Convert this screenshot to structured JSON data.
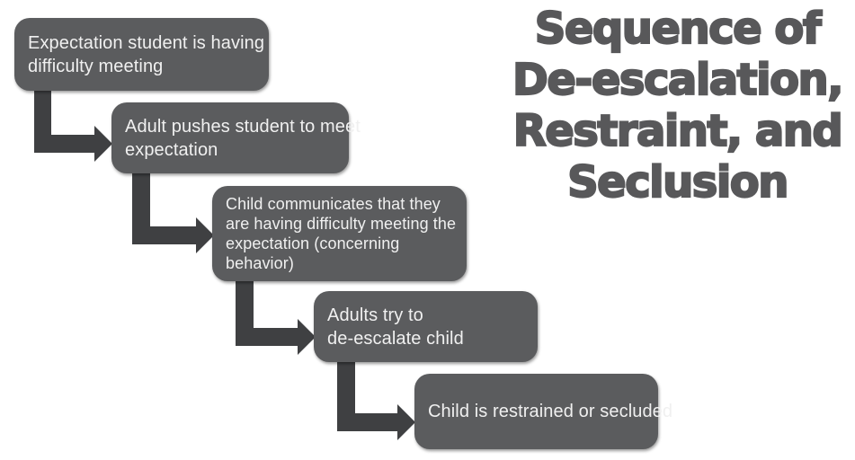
{
  "colors": {
    "background": "#ffffff",
    "box_fill": "#5b5c5e",
    "box_text": "#f0f0f0",
    "arrow_fill": "#3f4042",
    "title_text": "#58585a"
  },
  "title": {
    "text": "Sequence of De-escalation, Restraint, and Seclusion",
    "lines": [
      "Sequence of",
      "De-escalation,",
      "Restraint, and",
      "Seclusion"
    ]
  },
  "flow": {
    "steps": [
      {
        "text": "Expectation student is having difficulty meeting",
        "lines": [
          "Expectation student is having",
          "difficulty meeting"
        ]
      },
      {
        "text": "Adult pushes student to meet expectation",
        "lines": [
          "Adult pushes student to meet",
          "expectation"
        ]
      },
      {
        "text": "Child communicates that they are having difficulty meeting the expectation (concerning behavior)",
        "lines": [
          "Child communicates that they",
          "are having difficulty meeting the",
          "expectation (concerning",
          "behavior)"
        ]
      },
      {
        "text": "Adults try to de-escalate child",
        "lines": [
          "Adults try to",
          "de-escalate child"
        ]
      },
      {
        "text": "Child is restrained or secluded",
        "lines": [
          "Child is restrained or secluded"
        ]
      }
    ]
  }
}
